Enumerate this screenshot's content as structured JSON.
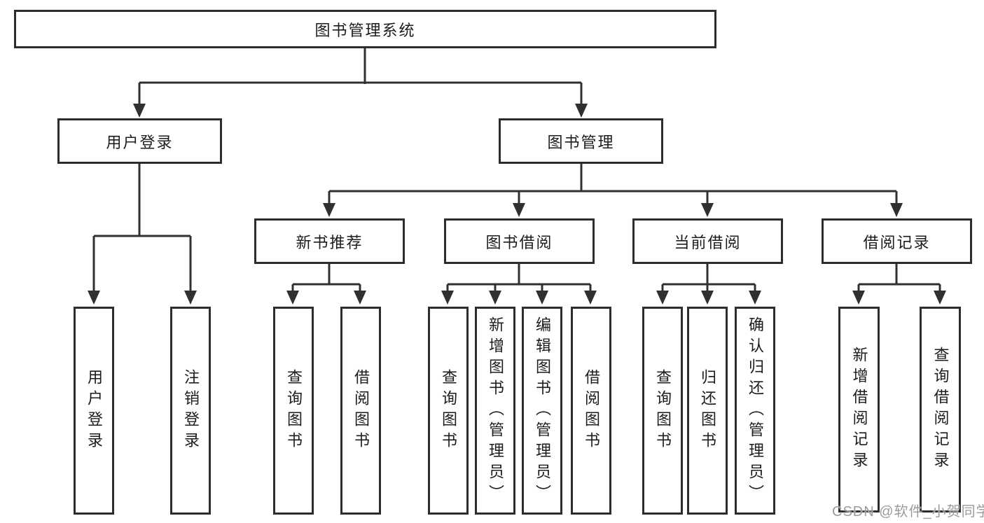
{
  "tree": {
    "label": "图书管理系统",
    "children": [
      {
        "label": "用户登录",
        "children": [
          {
            "label": "用户登录"
          },
          {
            "label": "注销登录"
          }
        ]
      },
      {
        "label": "图书管理",
        "children": [
          {
            "label": "新书推荐",
            "children": [
              {
                "label": "查询图书"
              },
              {
                "label": "借阅图书"
              }
            ]
          },
          {
            "label": "图书借阅",
            "children": [
              {
                "label": "查询图书"
              },
              {
                "label": "新增图书（管理员）"
              },
              {
                "label": "编辑图书（管理员）"
              },
              {
                "label": "借阅图书"
              }
            ]
          },
          {
            "label": "当前借阅",
            "children": [
              {
                "label": "查询图书"
              },
              {
                "label": "归还图书"
              },
              {
                "label": "确认归还（管理员）"
              }
            ]
          },
          {
            "label": "借阅记录",
            "children": [
              {
                "label": "新增借阅记录"
              },
              {
                "label": "查询借阅记录"
              }
            ]
          }
        ]
      }
    ]
  },
  "watermark": {
    "text": "CSDN @软件_小贺同学"
  },
  "colors": {
    "line": "#303030",
    "border": "#2d2d2d",
    "text": "#1c1c1c",
    "watermark": "#9b9b9b",
    "background": "#ffffff"
  }
}
